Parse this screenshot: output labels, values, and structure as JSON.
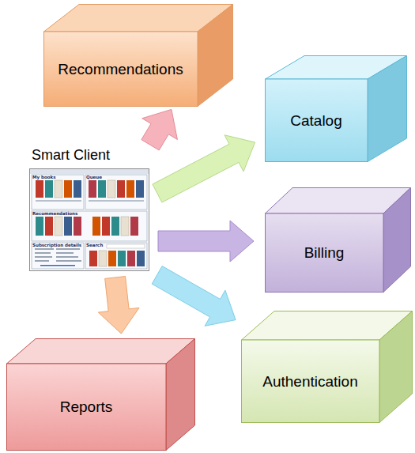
{
  "diagram": {
    "nodes": [
      {
        "text": [
          "Recommendations"
        ]
      },
      {
        "text": [
          "Catalog"
        ]
      },
      {
        "text": [
          "Smart Client"
        ]
      },
      {
        "text": [
          "Billing"
        ]
      },
      {
        "text": [
          "Authentication"
        ]
      },
      {
        "text": [
          "Reports"
        ]
      }
    ],
    "edges": [
      {
        "from": 2,
        "to": 0,
        "arrow": "to"
      },
      {
        "from": 2,
        "to": 1,
        "arrow": "to"
      },
      {
        "from": 2,
        "to": 3,
        "arrow": "to"
      },
      {
        "from": 2,
        "to": 4,
        "arrow": "to"
      },
      {
        "from": 2,
        "to": 5,
        "arrow": "to"
      }
    ],
    "labels": [
      "My books",
      "Queue",
      "Recommendations",
      "Subscription details",
      "Search"
    ]
  }
}
